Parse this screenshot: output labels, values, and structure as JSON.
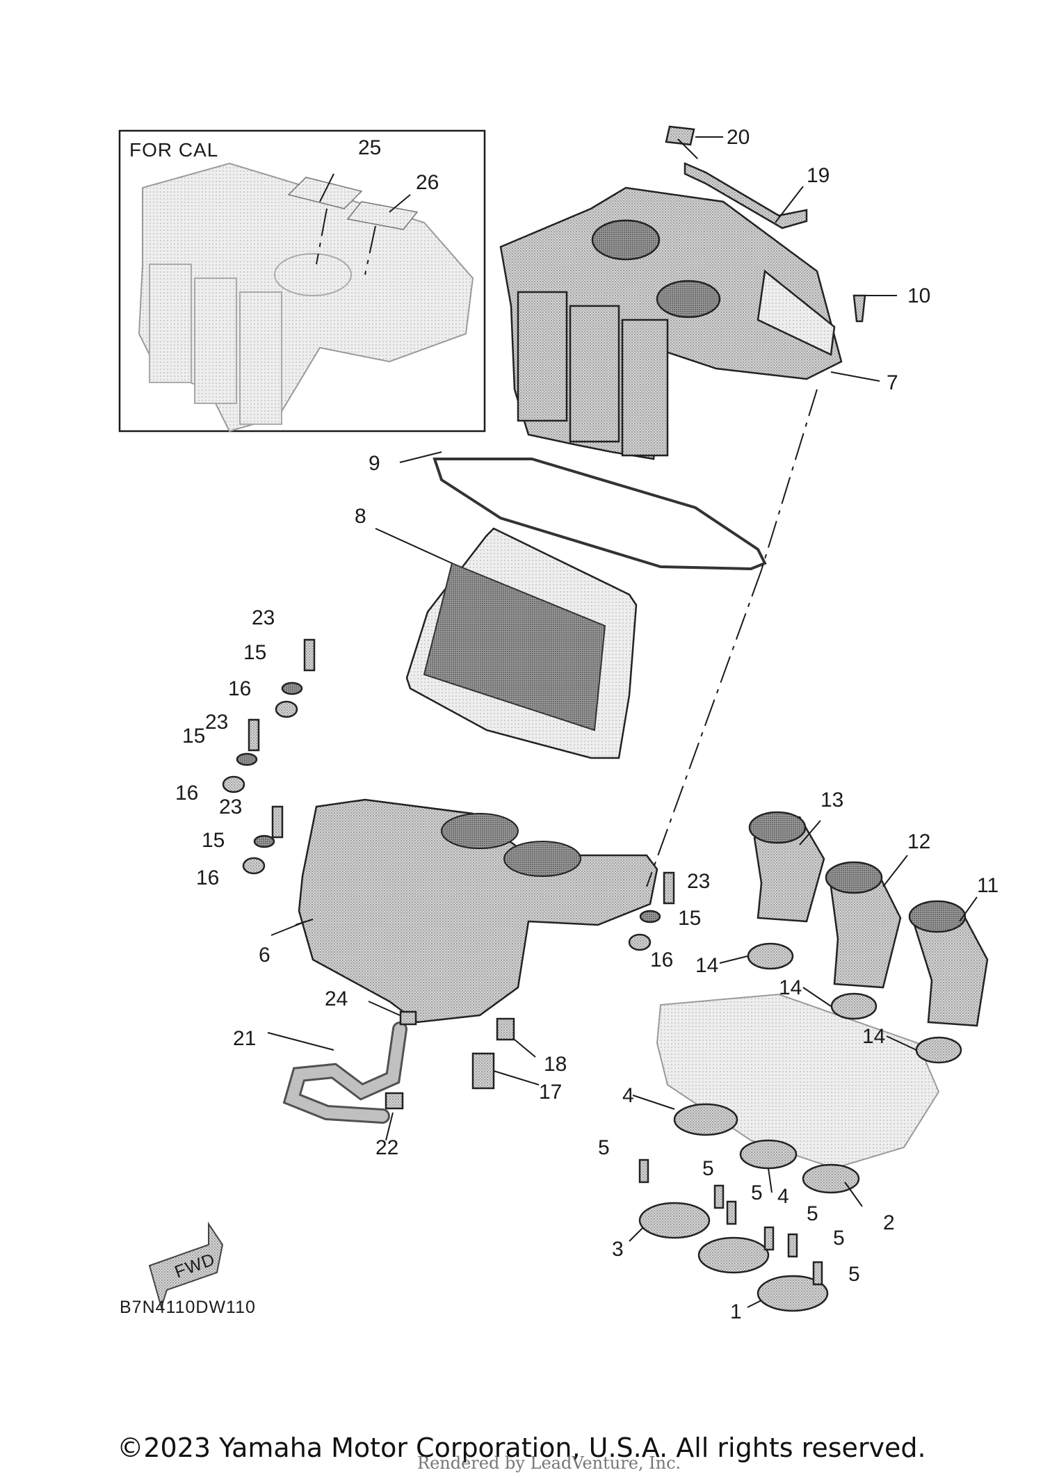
{
  "inset": {
    "title": "FOR CAL"
  },
  "callouts": [
    "1",
    "2",
    "3",
    "4",
    "4",
    "5",
    "5",
    "5",
    "5",
    "5",
    "5",
    "6",
    "7",
    "8",
    "9",
    "10",
    "11",
    "12",
    "13",
    "14",
    "14",
    "14",
    "15",
    "15",
    "15",
    "15",
    "16",
    "16",
    "16",
    "16",
    "17",
    "18",
    "19",
    "20",
    "21",
    "22",
    "23",
    "23",
    "23",
    "23",
    "24",
    "25",
    "26"
  ],
  "drawing_code": "B7N4110DW110",
  "fwd_label": "FWD",
  "copyright": "©2023 Yamaha Motor Corporation, U.S.A. All rights reserved.",
  "watermark": "Rendered by LeadVenture, Inc.",
  "colors": {
    "ink": "#1a1a1a",
    "part_fill": "#c8c8c8",
    "part_dark": "#8a8a8a",
    "part_light": "#e6e6e6"
  }
}
